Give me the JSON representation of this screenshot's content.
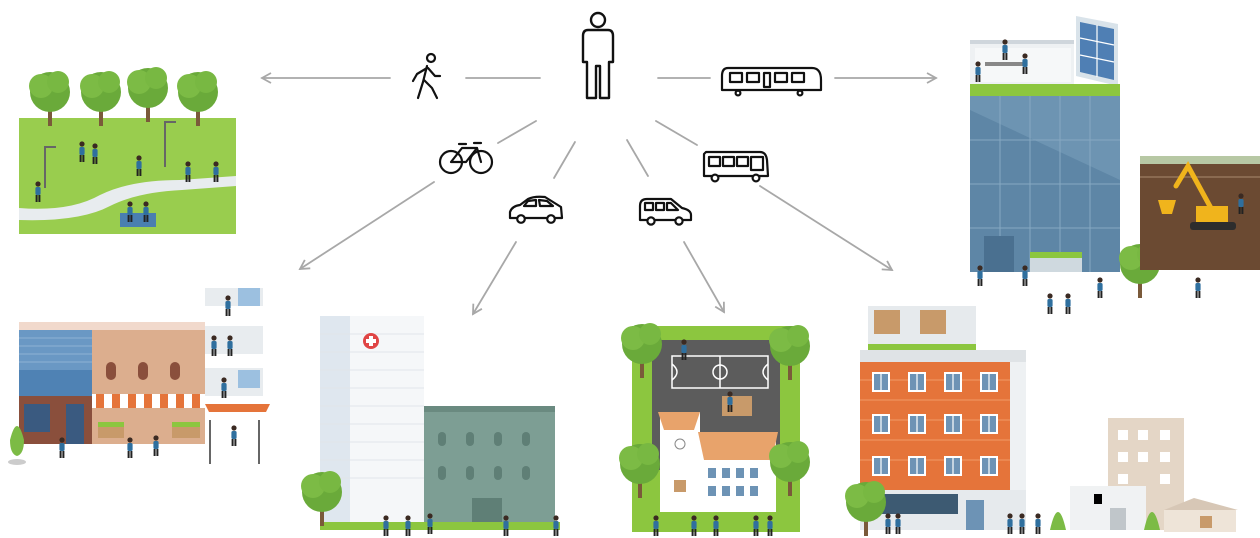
{
  "center": {
    "icon": "person-icon"
  },
  "modes": [
    {
      "name": "walk",
      "icon": "walking-person-icon"
    },
    {
      "name": "train",
      "icon": "train-icon"
    },
    {
      "name": "bicycle",
      "icon": "bicycle-icon"
    },
    {
      "name": "car",
      "icon": "car-icon"
    },
    {
      "name": "van",
      "icon": "van-icon"
    },
    {
      "name": "bus",
      "icon": "bus-icon"
    }
  ],
  "destinations": [
    {
      "name": "park",
      "illustration": "park-illustration"
    },
    {
      "name": "office-and-construction",
      "illustration": "office-building-illustration"
    },
    {
      "name": "shops",
      "illustration": "shopfront-street-illustration"
    },
    {
      "name": "hospital",
      "illustration": "hospital-illustration"
    },
    {
      "name": "school",
      "illustration": "school-illustration"
    },
    {
      "name": "housing",
      "illustration": "apartment-block-illustration"
    }
  ],
  "colors": {
    "arrow": "#a8a8a8",
    "icon_stroke": "#111111",
    "grass": "#8cc63f",
    "tree": "#6aaa3a",
    "glass": "#5e86a6",
    "orange_building": "#e5743a",
    "green_building": "#7d9e94",
    "roof_tile": "#e8a36b"
  }
}
